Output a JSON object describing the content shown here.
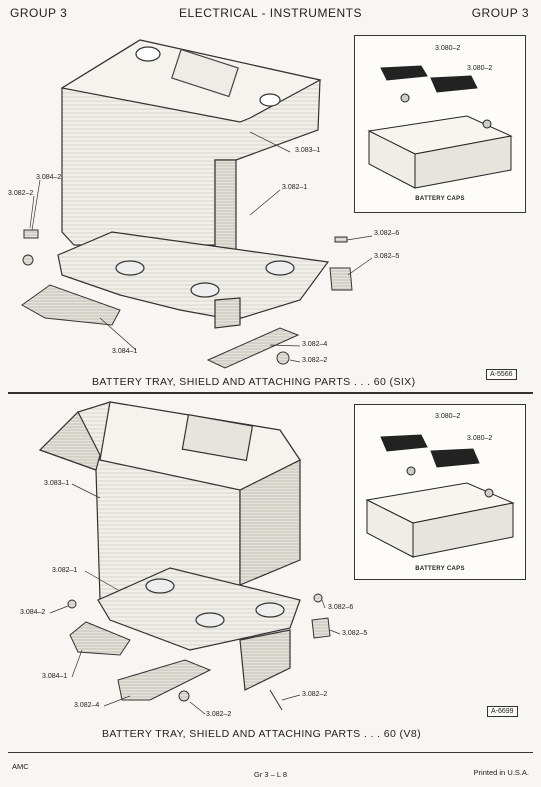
{
  "header": {
    "left": "GROUP 3",
    "center": "ELECTRICAL - INSTRUMENTS",
    "right": "GROUP 3"
  },
  "figure1": {
    "caption": "BATTERY TRAY, SHIELD AND ATTACHING PARTS . . . 60 (SIX)",
    "fig_no": "A-5566",
    "inset_label": "BATTERY CAPS",
    "inset_callouts": [
      "3.080–2",
      "3.080–2"
    ],
    "callouts": [
      "3.083–1",
      "3.082–1",
      "3.084–2",
      "3.082–2",
      "3.082–6",
      "3.082–5",
      "3.084–1",
      "3.082–4",
      "3.082–2"
    ]
  },
  "figure2": {
    "caption": "BATTERY TRAY, SHIELD AND ATTACHING PARTS . . . 60 (V8)",
    "fig_no": "A-6699",
    "inset_label": "BATTERY CAPS",
    "inset_callouts": [
      "3.080–2",
      "3.080–2"
    ],
    "callouts": [
      "3.083–1",
      "3.082–1",
      "3.084–2",
      "3.082–6",
      "3.082–5",
      "3.084–1",
      "3.082–4",
      "3.082–2",
      "3.082–2"
    ]
  },
  "footer": {
    "left": "AMC",
    "center": "Gr 3 – L 8",
    "right": "Printed in U.S.A."
  }
}
